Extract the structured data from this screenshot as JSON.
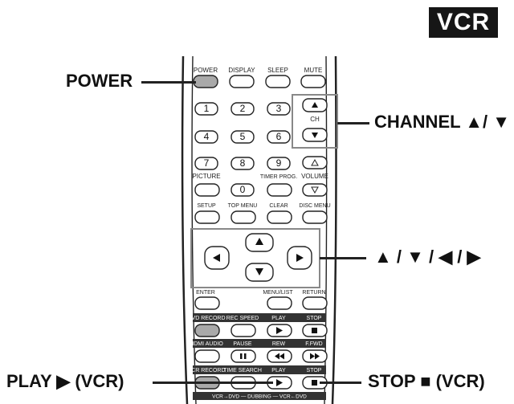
{
  "badge": {
    "text": "VCR"
  },
  "callouts": {
    "power": "POWER",
    "channel": "CHANNEL ▲/ ▼",
    "arrows": "▲ / ▼ / ◀ / ▶",
    "play": "PLAY ▶ (VCR)",
    "stop": "STOP ■ (VCR)"
  },
  "remote": {
    "row1": [
      "POWER",
      "DISPLAY",
      "SLEEP",
      "MUTE"
    ],
    "numbers": [
      "1",
      "2",
      "3",
      "4",
      "5",
      "6",
      "7",
      "8",
      "9",
      "0"
    ],
    "ch_label": "CH",
    "row_labels_3": [
      "PICTURE",
      "TIMER PROG.",
      "VOLUME"
    ],
    "row5": [
      "SETUP",
      "TOP MENU",
      "CLEAR",
      "DISC MENU"
    ],
    "row_enter": [
      "ENTER",
      "MENU/LIST",
      "RETURN"
    ],
    "dvd_row": [
      "DVD RECORD",
      "REC SPEED",
      "PLAY",
      "STOP"
    ],
    "vcr_row1": [
      "HDMI AUDIO",
      "PAUSE",
      "REW",
      "F.FWD"
    ],
    "vcr_row2": [
      "VCR RECORD",
      "TIME SEARCH",
      "PLAY",
      "STOP"
    ],
    "bottom_strip": "VCR→DVD — DUBBING — VCR←DVD"
  },
  "icons": {
    "up": "triangle-up-icon",
    "down": "triangle-down-icon",
    "left": "triangle-left-icon",
    "right": "triangle-right-icon",
    "play": "play-icon",
    "stop": "stop-icon",
    "pause": "pause-icon",
    "rew": "rewind-icon",
    "ffwd": "fast-forward-icon"
  }
}
